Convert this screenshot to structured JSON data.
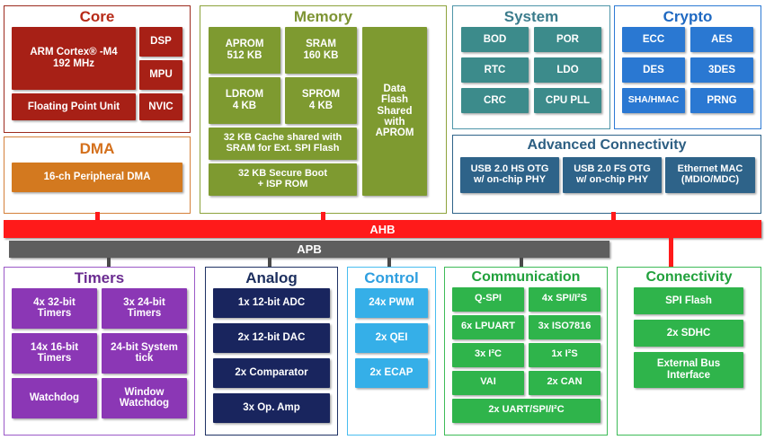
{
  "title": "Microcontroller Block Diagram",
  "colors": {
    "core": "#A72016",
    "dma": "#D3791F",
    "memory": "#7E9A30",
    "system": "#3C8B8B",
    "crypto": "#2A78D2",
    "advanced_connectivity": "#2E6389",
    "timers": "#8B37B5",
    "analog": "#19255E",
    "control": "#35AFE8",
    "communication": "#2FB44B",
    "connectivity": "#2FB44B",
    "ahb_bus": "#FF1A1A",
    "apb_bus": "#5E5E5E"
  },
  "core": {
    "title": "Core",
    "cpu": "ARM Cortex® -M4\n192 MHz",
    "cpu_line1": "ARM Cortex® -M4",
    "cpu_line2": "192 MHz",
    "fpu": "Floating Point Unit",
    "dsp": "DSP",
    "mpu": "MPU",
    "nvic": "NVIC"
  },
  "dma": {
    "title": "DMA",
    "block": "16-ch Peripheral DMA"
  },
  "memory": {
    "title": "Memory",
    "aprom_l1": "APROM",
    "aprom_l2": "512 KB",
    "sram_l1": "SRAM",
    "sram_l2": "160 KB",
    "ldrom_l1": "LDROM",
    "ldrom_l2": "4 KB",
    "sprom_l1": "SPROM",
    "sprom_l2": "4 KB",
    "cache_l1": "32 KB Cache shared with",
    "cache_l2": "SRAM for  Ext. SPI Flash",
    "secureboot_l1": "32 KB Secure Boot",
    "secureboot_l2": "+ ISP ROM",
    "dataflash": "Data Flash Shared with APROM"
  },
  "system": {
    "title": "System",
    "items": [
      "BOD",
      "POR",
      "RTC",
      "LDO",
      "CRC",
      "CPU PLL"
    ]
  },
  "crypto": {
    "title": "Crypto",
    "items": [
      "ECC",
      "AES",
      "DES",
      "3DES",
      "SHA/HMAC",
      "PRNG"
    ]
  },
  "advanced_connectivity": {
    "title": "Advanced Connectivity",
    "items": [
      {
        "line1": "USB 2.0 HS OTG",
        "line2": "w/ on-chip PHY"
      },
      {
        "line1": "USB 2.0 FS OTG",
        "line2": "w/ on-chip PHY"
      },
      {
        "line1": "Ethernet MAC",
        "line2": "(MDIO/MDC)"
      }
    ]
  },
  "buses": {
    "ahb": "AHB",
    "apb": "APB"
  },
  "timers": {
    "title": "Timers",
    "items": [
      {
        "line1": "4x 32-bit",
        "line2": "Timers"
      },
      {
        "line1": "3x 24-bit",
        "line2": "Timers"
      },
      {
        "line1": "14x 16-bit",
        "line2": "Timers"
      },
      {
        "line1": "24-bit System",
        "line2": "tick"
      },
      {
        "line1": "Watchdog",
        "line2": ""
      },
      {
        "line1": "Window",
        "line2": "Watchdog"
      }
    ]
  },
  "analog": {
    "title": "Analog",
    "items": [
      "1x 12-bit ADC",
      "2x 12-bit DAC",
      "2x Comparator",
      "3x Op. Amp"
    ]
  },
  "control": {
    "title": "Control",
    "items": [
      "24x PWM",
      "2x QEI",
      "2x ECAP"
    ]
  },
  "communication": {
    "title": "Communication",
    "items": [
      "Q-SPI",
      "4x SPI/I²S",
      "6x LPUART",
      "3x ISO7816",
      "3x I²C",
      "1x I²S",
      "VAI",
      "2x CAN"
    ],
    "wide_item": "2x UART/SPI/I²C"
  },
  "connectivity": {
    "title": "Connectivity",
    "items": [
      {
        "line1": "SPI Flash",
        "line2": ""
      },
      {
        "line1": "2x SDHC",
        "line2": ""
      },
      {
        "line1": "External Bus",
        "line2": "Interface"
      }
    ]
  }
}
